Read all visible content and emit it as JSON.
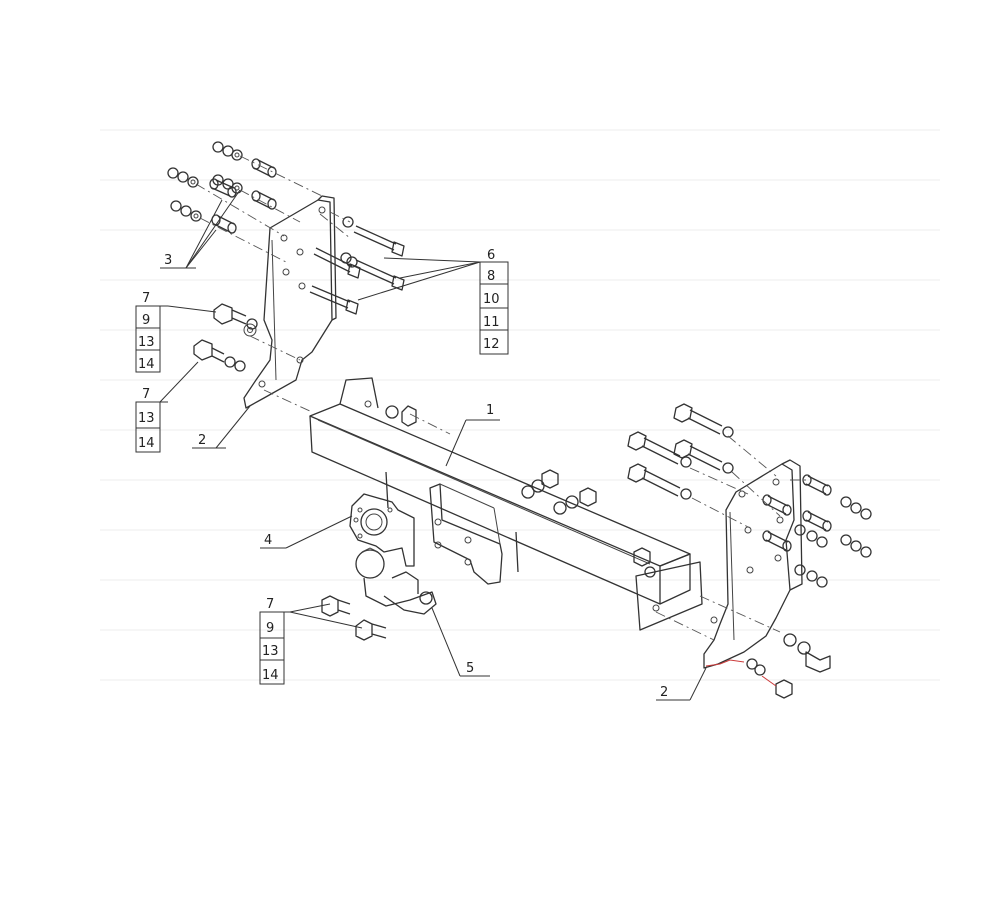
{
  "diagram": {
    "labels": {
      "hitch_bar": "1",
      "bracket_left": "2",
      "bracket_right": "2",
      "spacer_tubes": "3",
      "socket_plate": "4",
      "tow_ball": "5",
      "long_bolts_group": [
        "6",
        "8",
        "10",
        "11",
        "12"
      ],
      "left_upper_bolt_group": [
        "7",
        "9",
        "13",
        "14"
      ],
      "left_lower_bolt_group": [
        "7",
        "13",
        "14"
      ],
      "ball_bolt_group": [
        "7",
        "9",
        "13",
        "14"
      ]
    }
  }
}
